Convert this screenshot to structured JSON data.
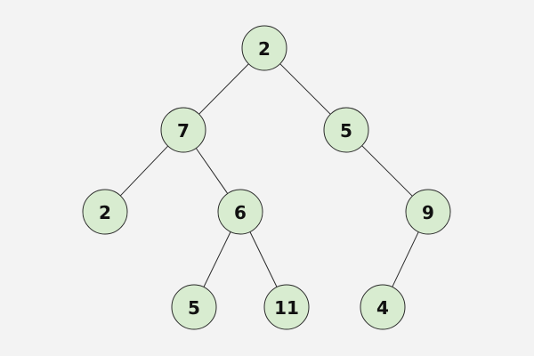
{
  "colors": {
    "background": "#f3f3f3",
    "node_fill": "#d8ecd0",
    "node_stroke": "#2a2a2a",
    "edge": "#2a2a2a",
    "text": "#111111"
  },
  "tree": {
    "nodes": [
      {
        "id": "n1",
        "label": "2"
      },
      {
        "id": "n2",
        "label": "7"
      },
      {
        "id": "n3",
        "label": "5"
      },
      {
        "id": "n4",
        "label": "2"
      },
      {
        "id": "n5",
        "label": "6"
      },
      {
        "id": "n6",
        "label": "9"
      },
      {
        "id": "n7",
        "label": "5"
      },
      {
        "id": "n8",
        "label": "11"
      },
      {
        "id": "n9",
        "label": "4"
      }
    ],
    "edges": [
      {
        "from": "n1",
        "to": "n2"
      },
      {
        "from": "n1",
        "to": "n3"
      },
      {
        "from": "n2",
        "to": "n4"
      },
      {
        "from": "n2",
        "to": "n5"
      },
      {
        "from": "n3",
        "to": "n6"
      },
      {
        "from": "n5",
        "to": "n7"
      },
      {
        "from": "n5",
        "to": "n8"
      },
      {
        "from": "n6",
        "to": "n9"
      }
    ]
  }
}
